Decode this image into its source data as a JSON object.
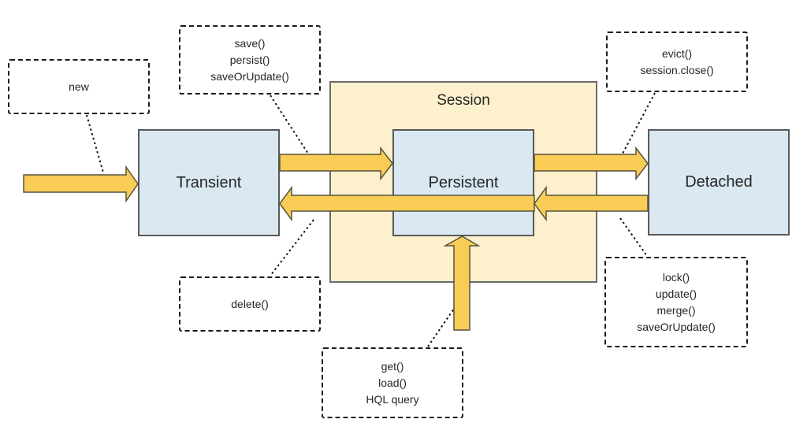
{
  "diagram": {
    "session_label": "Session",
    "states": {
      "transient": "Transient",
      "persistent": "Persistent",
      "detached": "Detached"
    },
    "labels": {
      "new": {
        "lines": [
          "new"
        ]
      },
      "save": {
        "lines": [
          "save()",
          "persist()",
          "saveOrUpdate()"
        ]
      },
      "evict": {
        "lines": [
          "evict()",
          "session.close()"
        ]
      },
      "delete": {
        "lines": [
          "delete()"
        ]
      },
      "get": {
        "lines": [
          "get()",
          "load()",
          "HQL query"
        ]
      },
      "lock": {
        "lines": [
          "lock()",
          "update()",
          "merge()",
          "saveOrUpdate()"
        ]
      }
    },
    "colors": {
      "arrow_fill": "#F9CD55",
      "arrow_stroke": "#57523F",
      "state_fill": "#D9E8F1",
      "state_border": "#595959",
      "session_fill": "#FCF0CD",
      "session_border": "#6b6b6b",
      "label_box_border": "#1a1a1a",
      "text": "#262626",
      "background": "#ffffff"
    }
  }
}
